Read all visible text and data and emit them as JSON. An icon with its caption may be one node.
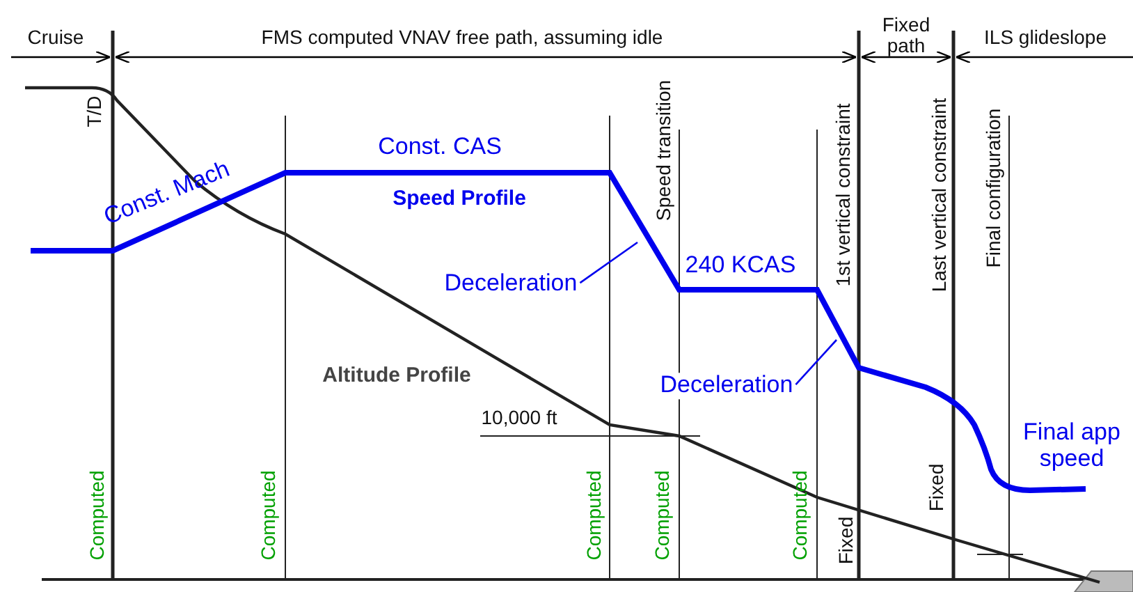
{
  "diagram": {
    "nodes": [
      {
        "text": [
          "Deceleration"
        ]
      },
      {
        "text": [
          "Deceleration"
        ]
      }
    ],
    "edges": [
      {
        "from": 0,
        "to": null,
        "arrow": "none"
      },
      {
        "from": 1,
        "to": null,
        "arrow": "none"
      }
    ],
    "labels": [
      "Cruise",
      "FMS computed VNAV free path, assuming idle",
      "Fixed path",
      "ILS glideslope",
      "T/D",
      "Speed transition",
      "1st vertical constraint",
      "Last vertical constraint",
      "Final configuration",
      "Const. CAS",
      "Const. Mach",
      "Speed Profile",
      "240 KCAS",
      "Altitude Profile",
      "10,000 ft",
      "Final app speed",
      "Computed",
      "Computed",
      "Computed",
      "Computed",
      "Computed",
      "Fixed",
      "Fixed"
    ]
  }
}
